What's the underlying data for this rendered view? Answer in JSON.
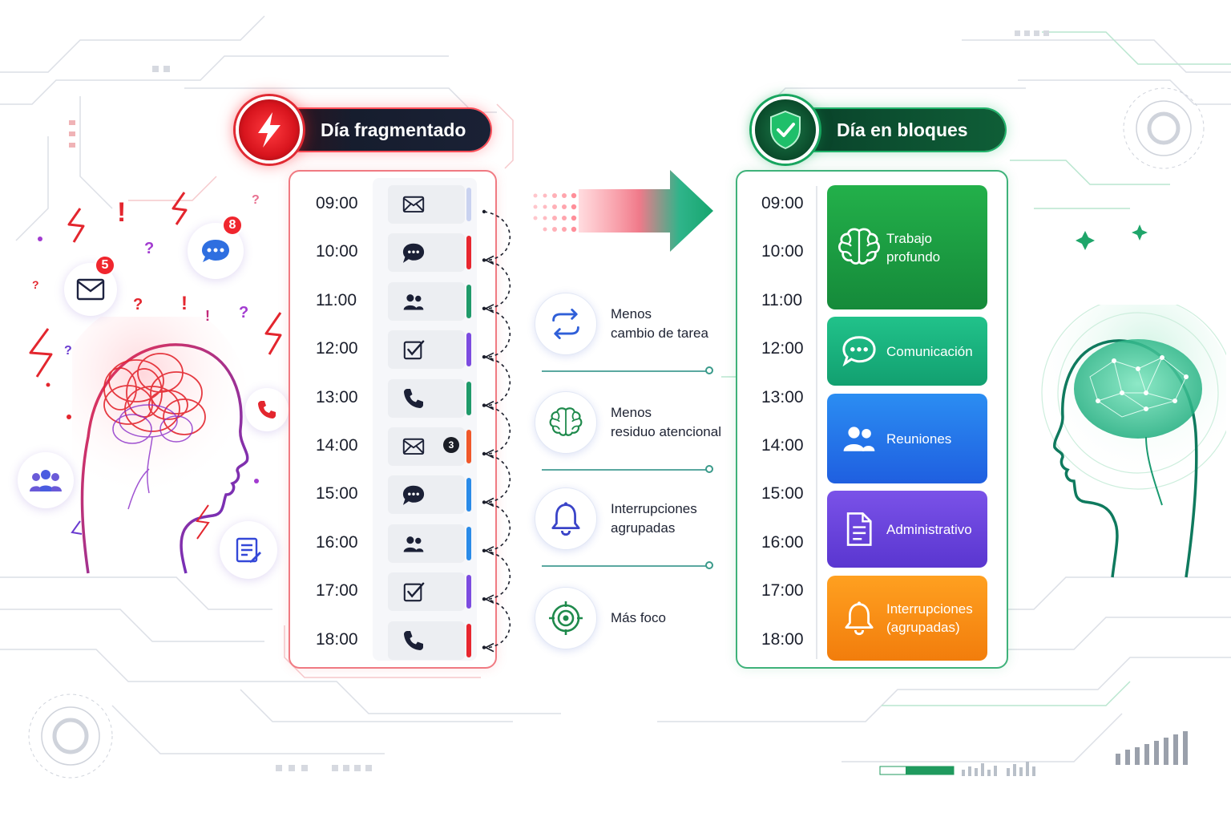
{
  "left": {
    "title": "Día fragmentado",
    "slots": [
      {
        "time": "09:00",
        "icon": "mail-icon",
        "bar": "#c9d2f0",
        "badge": ""
      },
      {
        "time": "10:00",
        "icon": "chat-icon",
        "bar": "#e8262f",
        "badge": ""
      },
      {
        "time": "11:00",
        "icon": "people-icon",
        "bar": "#1f9a6a",
        "badge": ""
      },
      {
        "time": "12:00",
        "icon": "checkbox-icon",
        "bar": "#7c4be0",
        "badge": ""
      },
      {
        "time": "13:00",
        "icon": "phone-icon",
        "bar": "#1f9a6a",
        "badge": ""
      },
      {
        "time": "14:00",
        "icon": "mail-icon",
        "bar": "#f0582a",
        "badge": "3"
      },
      {
        "time": "15:00",
        "icon": "chat-icon",
        "bar": "#2a8be8",
        "badge": ""
      },
      {
        "time": "16:00",
        "icon": "people-icon",
        "bar": "#2a8be8",
        "badge": ""
      },
      {
        "time": "17:00",
        "icon": "checkbox-icon",
        "bar": "#7c4be0",
        "badge": ""
      },
      {
        "time": "18:00",
        "icon": "phone-icon",
        "bar": "#e8262f",
        "badge": ""
      }
    ],
    "floating": {
      "mail_count": "5",
      "chat_count": "8"
    }
  },
  "benefits": [
    {
      "line1": "Menos",
      "line2": "cambio de tarea",
      "icon": "swap-arrows-icon"
    },
    {
      "line1": "Menos",
      "line2": "residuo atencional",
      "icon": "brain-icon"
    },
    {
      "line1": "Interrupciones",
      "line2": "agrupadas",
      "icon": "bell-icon"
    },
    {
      "line1": "Más foco",
      "line2": "",
      "icon": "target-icon"
    }
  ],
  "right": {
    "title": "Día en bloques",
    "times": [
      "09:00",
      "10:00",
      "11:00",
      "12:00",
      "13:00",
      "14:00",
      "15:00",
      "16:00",
      "17:00",
      "18:00"
    ],
    "blocks": [
      {
        "line1": "Trabajo",
        "line2": "profundo",
        "icon": "brain-icon",
        "color_top": "#23b04a",
        "color_bottom": "#158a3a"
      },
      {
        "line1": "Comunicación",
        "line2": "",
        "icon": "chat-icon",
        "color_top": "#21c28a",
        "color_bottom": "#12a070"
      },
      {
        "line1": "Reuniones",
        "line2": "",
        "icon": "people-icon",
        "color_top": "#2b8df2",
        "color_bottom": "#1f5fe0"
      },
      {
        "line1": "Administrativo",
        "line2": "",
        "icon": "document-icon",
        "color_top": "#7a52e8",
        "color_bottom": "#5a36d0"
      },
      {
        "line1": "Interrupciones",
        "line2": "(agrupadas)",
        "icon": "bell-icon",
        "color_top": "#ffa020",
        "color_bottom": "#f27d0c"
      }
    ]
  }
}
